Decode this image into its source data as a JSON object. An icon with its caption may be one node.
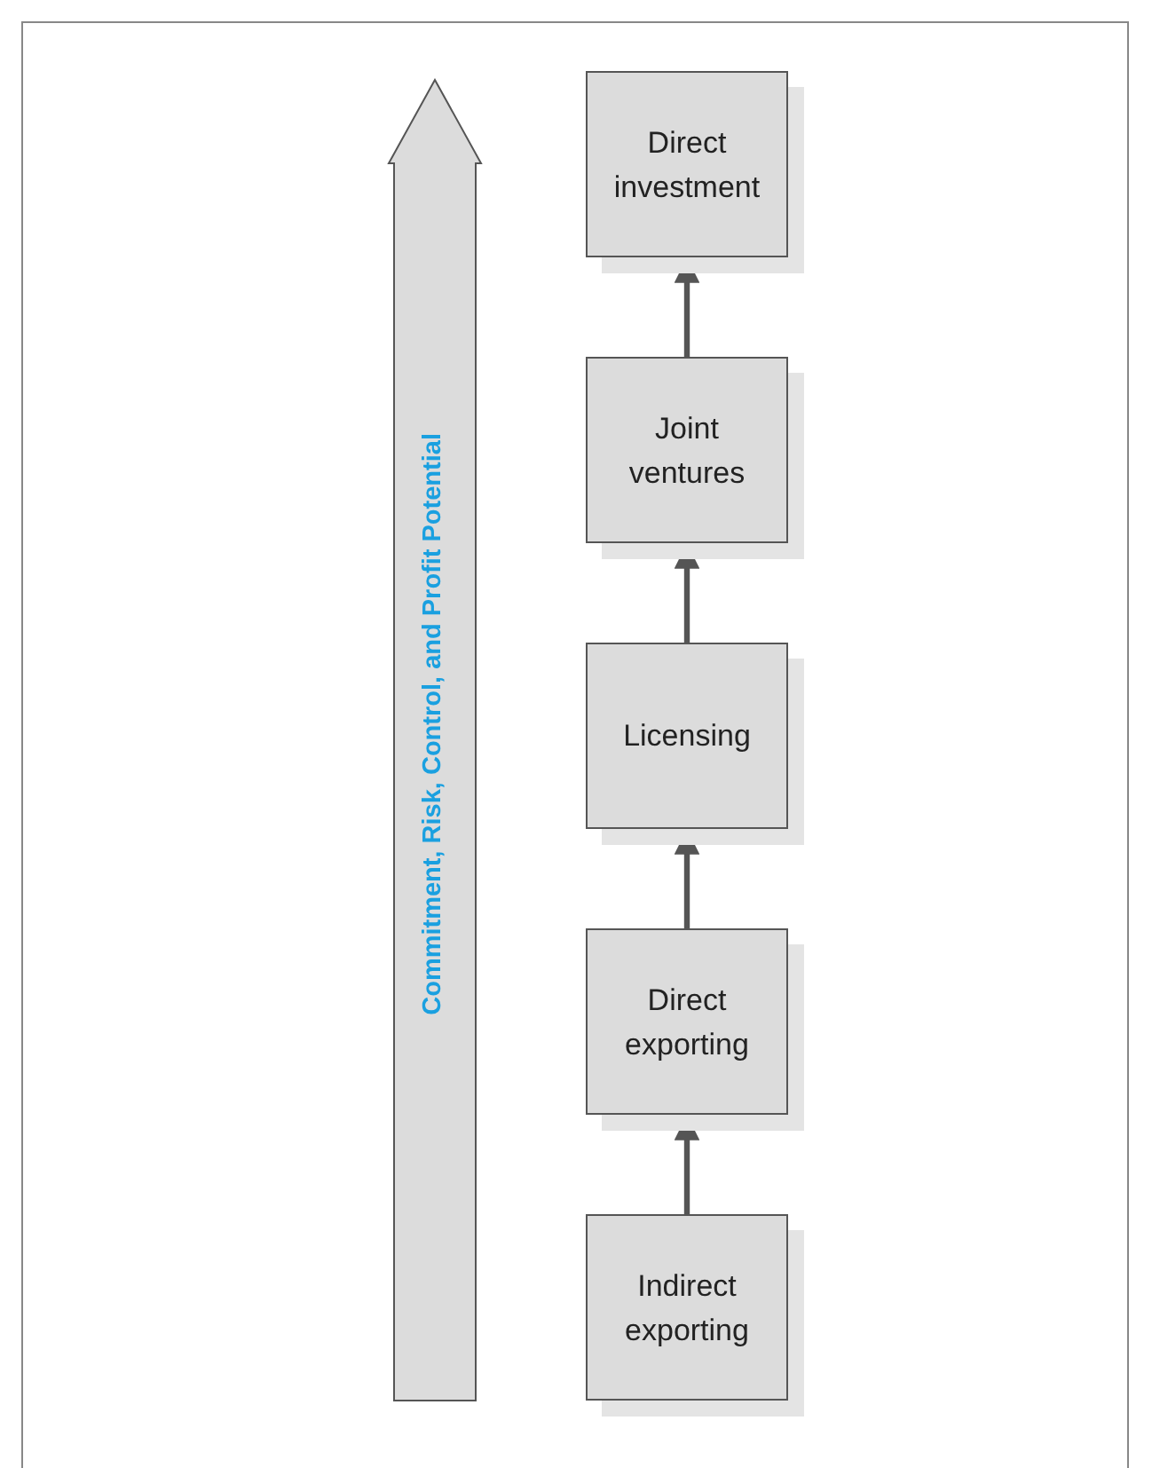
{
  "diagram": {
    "nodes": [
      {
        "text": [
          "Commitment, Risk, Control, and Profit Potential"
        ]
      },
      {
        "text": [
          "Direct investment"
        ]
      },
      {
        "text": [
          "Joint ventures"
        ]
      },
      {
        "text": [
          "Licensing"
        ]
      },
      {
        "text": [
          "Direct exporting"
        ]
      },
      {
        "text": [
          "Indirect exporting"
        ]
      }
    ],
    "edges": [
      {
        "from": 5,
        "to": 4,
        "arrow": "to"
      },
      {
        "from": 4,
        "to": 3,
        "arrow": "to"
      },
      {
        "from": 3,
        "to": 2,
        "arrow": "to"
      },
      {
        "from": 2,
        "to": 1,
        "arrow": "to"
      }
    ]
  }
}
